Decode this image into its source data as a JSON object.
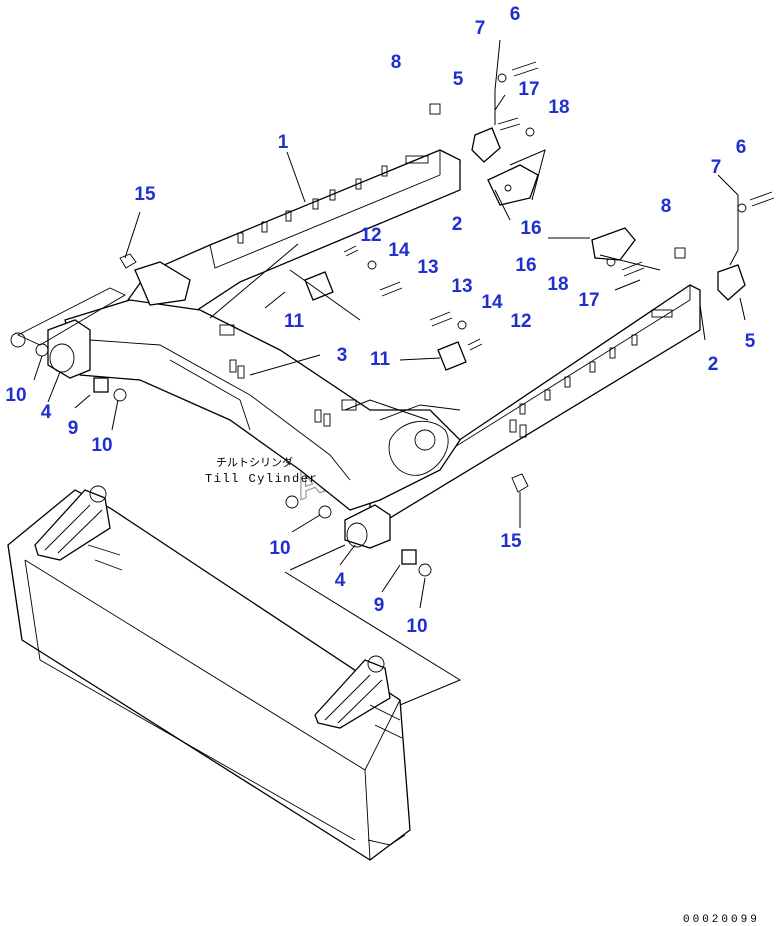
{
  "drawing": {
    "callout_color": "#1f2fd0",
    "annotation": {
      "japanese": "チルトシリンダ",
      "english": "Till Cylinder"
    },
    "watermark": "AutoSoft",
    "drawing_number": "00020099"
  },
  "labels": {
    "l1": "1",
    "l2a": "2",
    "l2b": "2",
    "l3": "3",
    "l4a": "4",
    "l4b": "4",
    "l5a": "5",
    "l5b": "5",
    "l6a": "6",
    "l6b": "6",
    "l7a": "7",
    "l7b": "7",
    "l8a": "8",
    "l8b": "8",
    "l9a": "9",
    "l9b": "9",
    "l10a": "10",
    "l10b": "10",
    "l10c": "10",
    "l10d": "10",
    "l11a": "11",
    "l11b": "11",
    "l12a": "12",
    "l12b": "12",
    "l13a": "13",
    "l13b": "13",
    "l14a": "14",
    "l14b": "14",
    "l15a": "15",
    "l15b": "15",
    "l16a": "16",
    "l16b": "16",
    "l17a": "17",
    "l17b": "17",
    "l18a": "18",
    "l18b": "18"
  }
}
